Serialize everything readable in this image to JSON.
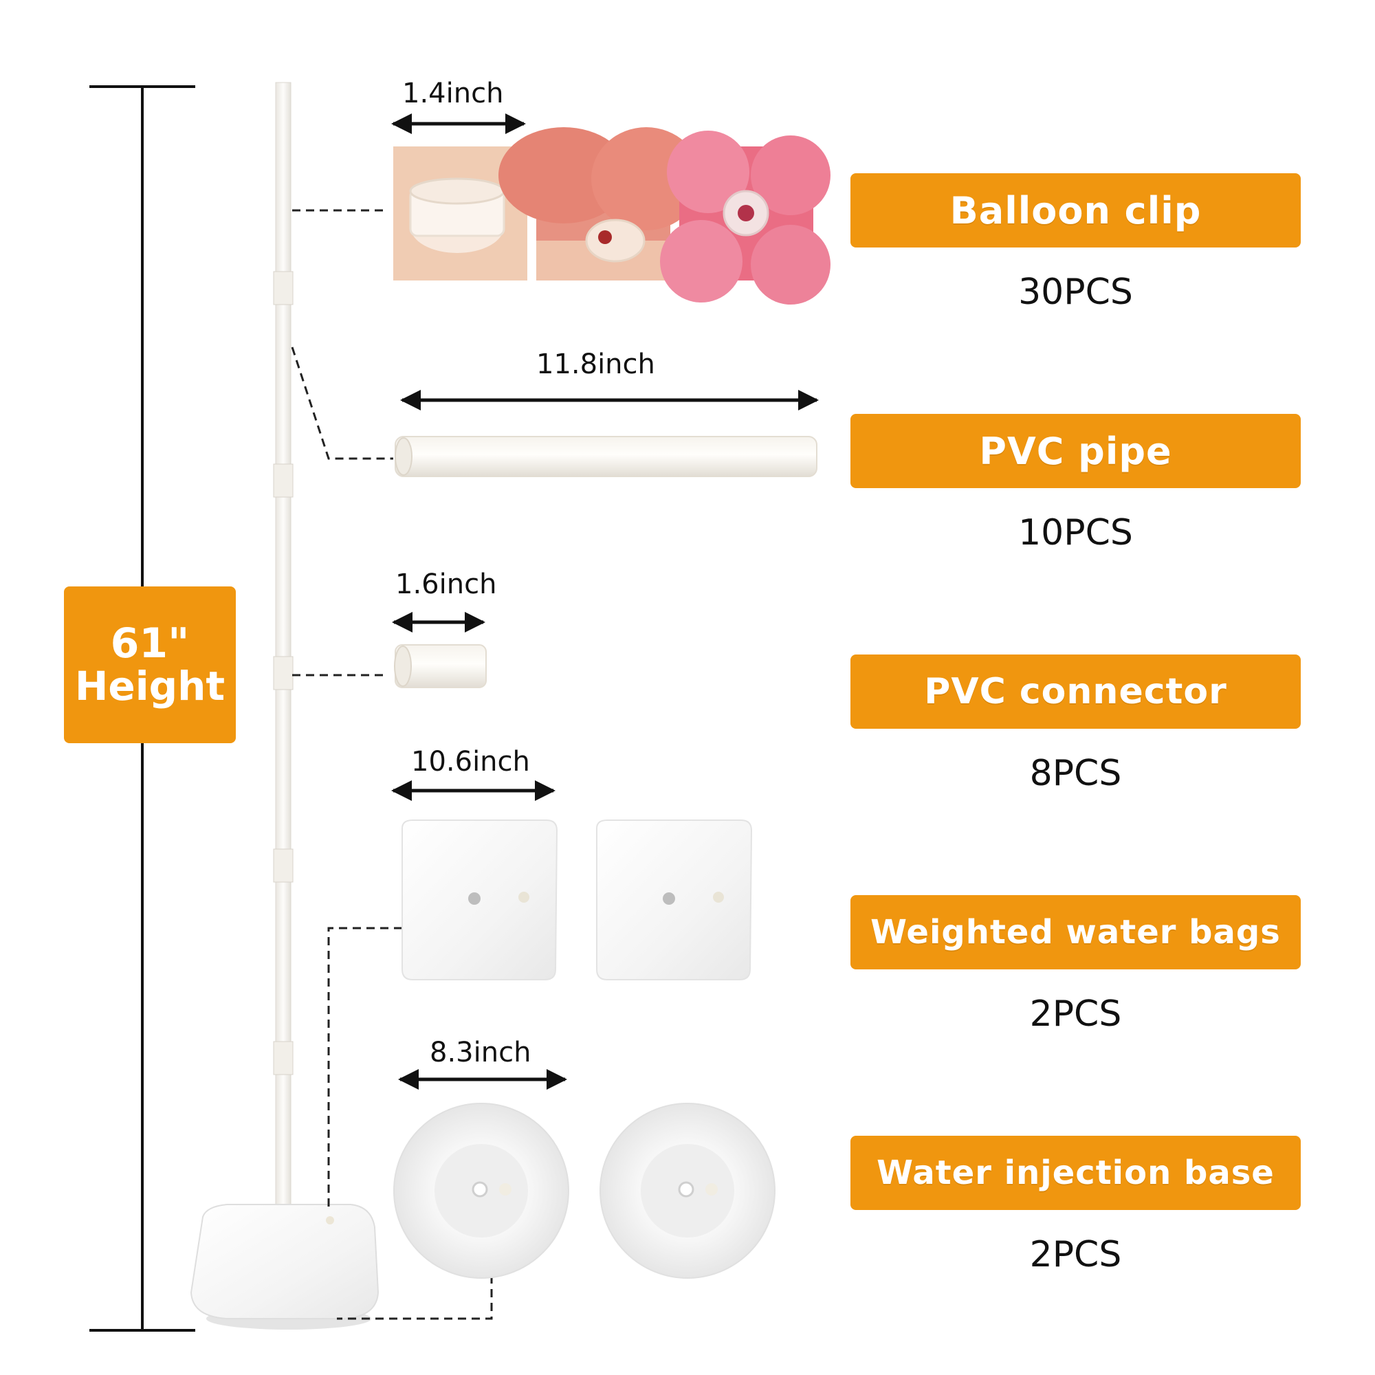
{
  "height_badge": {
    "value": "61\"",
    "label": "Height"
  },
  "items": [
    {
      "name": "Balloon clip",
      "quantity": "30PCS",
      "dimension": "1.4inch"
    },
    {
      "name": "PVC pipe",
      "quantity": "10PCS",
      "dimension": "11.8inch"
    },
    {
      "name": "PVC connector",
      "quantity": "8PCS",
      "dimension": "1.6inch"
    },
    {
      "name": "Weighted water bags",
      "quantity": "2PCS",
      "dimension": "10.6inch"
    },
    {
      "name": "Water injection base",
      "quantity": "2PCS",
      "dimension": "8.3inch"
    }
  ],
  "colors": {
    "accent": "#f0960f",
    "text": "#111111",
    "background": "#ffffff"
  }
}
